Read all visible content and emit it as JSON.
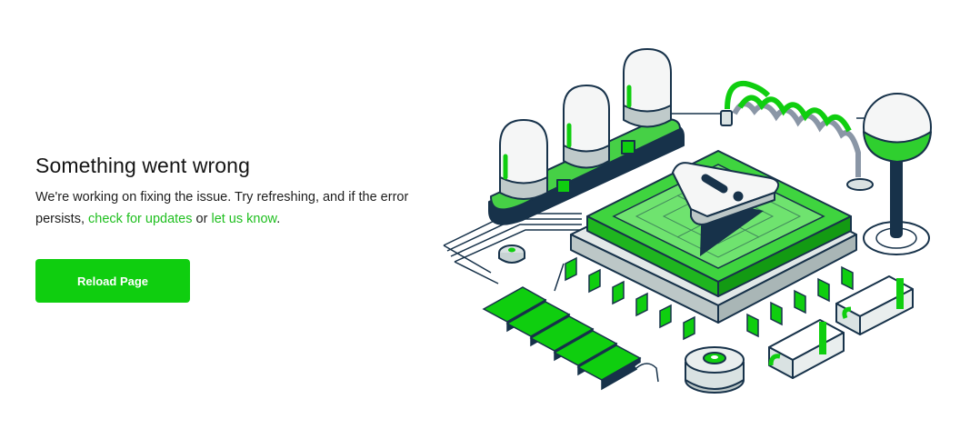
{
  "error": {
    "title": "Something went wrong",
    "message_before": "We're working on fixing the issue. Try refreshing, and if the error persists,",
    "link_updates": "check for updates",
    "connector": "or",
    "link_contact": "let us know",
    "period": "."
  },
  "actions": {
    "reload_label": "Reload Page"
  },
  "colors": {
    "accent": "#0fce0f",
    "dark": "#17324a",
    "light": "#f4f6f6"
  },
  "illustration": {
    "icon": "warning-icon"
  }
}
